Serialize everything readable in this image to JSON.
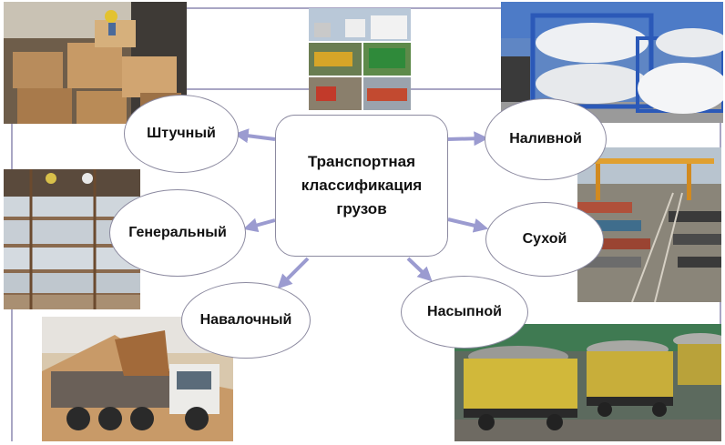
{
  "center": {
    "label": "Транспортная\nклассификация\nгрузов"
  },
  "categories": {
    "piece": "Штучный",
    "liquid": "Наливной",
    "general": "Генеральный",
    "dry": "Сухой",
    "bulk_dumped": "Навалочный",
    "bulk_poured": "Насыпной"
  },
  "colors": {
    "arrow": "#9b9bd0",
    "frame": "#a9a6c4",
    "ellipse_border": "#8c8aa0"
  }
}
